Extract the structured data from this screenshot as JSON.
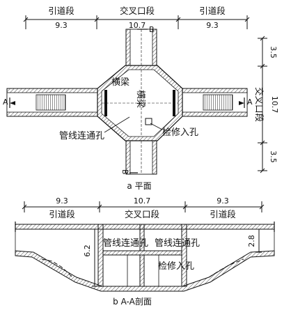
{
  "plan": {
    "segments_top": [
      "引道段",
      "交叉口段",
      "引道段"
    ],
    "dims_top": [
      "9.3",
      "10.7",
      "9.3"
    ],
    "segments_right": [
      "3.5",
      "交叉口段",
      "3.5"
    ],
    "dim_right_mid": "10.7",
    "labels": {
      "beam_h": "横梁",
      "beam_v": "横梁",
      "utility_hole": "管线连通孔",
      "manhole": "检修入孔"
    },
    "section_marks": [
      "A",
      "A",
      "B",
      "B"
    ],
    "caption": "a 平面"
  },
  "section": {
    "segments": [
      "引道段",
      "交叉口段",
      "引道段"
    ],
    "dims": [
      "9.3",
      "10.7",
      "9.3"
    ],
    "height_left": "6.2",
    "height_right": "2.8",
    "labels": {
      "utility_hole_1": "管线连通孔",
      "utility_hole_2": "管线连通孔",
      "manhole": "检修入孔"
    },
    "caption": "b A-A剖面"
  }
}
